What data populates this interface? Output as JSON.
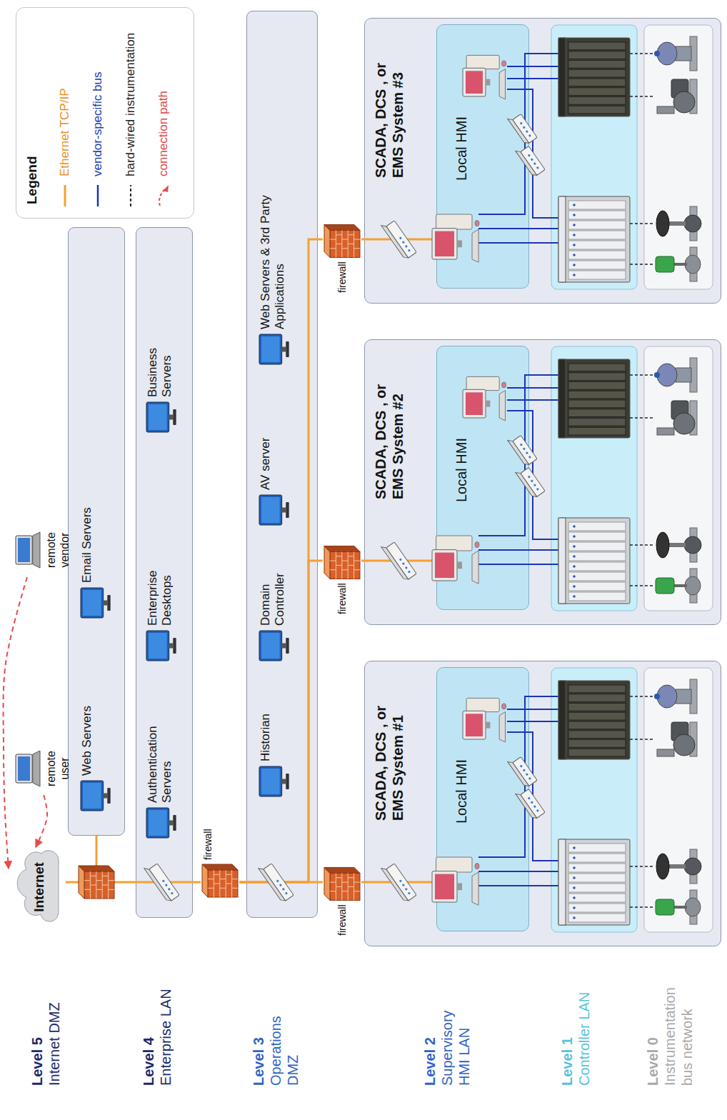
{
  "diagram": {
    "nodes": [
      {
        "text": [
          "Internet"
        ]
      },
      {
        "text": [
          "remote user"
        ]
      },
      {
        "text": [
          "remote vendor"
        ]
      },
      {
        "text": [
          "Web Servers"
        ]
      },
      {
        "text": [
          "Email Servers"
        ]
      },
      {
        "text": [
          "Authentication Servers"
        ]
      },
      {
        "text": [
          "Enterprise Desktops"
        ]
      },
      {
        "text": [
          "Business Servers"
        ]
      },
      {
        "text": [
          "firewall"
        ]
      },
      {
        "text": [
          "Historian"
        ]
      },
      {
        "text": [
          "Domain Controller"
        ]
      },
      {
        "text": [
          "AV server"
        ]
      },
      {
        "text": [
          "Web Servers & 3rd Party Applications"
        ]
      },
      {
        "text": [
          "firewall"
        ]
      },
      {
        "text": [
          "SCADA, DCS , or EMS System #1"
        ]
      },
      {
        "text": [
          "Local HMI"
        ],
        "in": 14
      },
      {
        "text": [
          "firewall"
        ]
      },
      {
        "text": [
          "SCADA, DCS , or EMS System #2"
        ]
      },
      {
        "text": [
          "Local HMI"
        ],
        "in": 17
      },
      {
        "text": [
          "firewall"
        ]
      },
      {
        "text": [
          "SCADA, DCS , or EMS System #3"
        ]
      },
      {
        "text": [
          "Local HMI"
        ],
        "in": 20
      }
    ],
    "edges": [
      {
        "from": 1,
        "to": 0,
        "arrow": "to"
      },
      {
        "from": 2,
        "to": 0,
        "arrow": "to"
      },
      {
        "from": 0,
        "to": 8,
        "arrow": "none"
      },
      {
        "from": 8,
        "to": 13,
        "arrow": "none"
      },
      {
        "from": 8,
        "to": 16,
        "arrow": "none"
      },
      {
        "from": 8,
        "to": 19,
        "arrow": "none"
      },
      {
        "from": 13,
        "to": 15,
        "arrow": "none"
      },
      {
        "from": 16,
        "to": 18,
        "arrow": "none"
      },
      {
        "from": 19,
        "to": 21,
        "arrow": "none"
      }
    ],
    "labels": [
      "Level 5",
      "Internet DMZ",
      "Level 4",
      "Enterprise LAN",
      "Level 3",
      "Operations DMZ",
      "Level 2",
      "Supervisory HMI LAN",
      "Level 1",
      "Controller LAN",
      "Level 0",
      "Instrumentation bus network",
      "Legend"
    ],
    "legend": [
      {
        "text": "Ethernet TCP/IP"
      },
      {
        "text": "vendor-specific bus"
      },
      {
        "text": "hard-wired instrumentation"
      },
      {
        "text": "connection path"
      }
    ]
  }
}
